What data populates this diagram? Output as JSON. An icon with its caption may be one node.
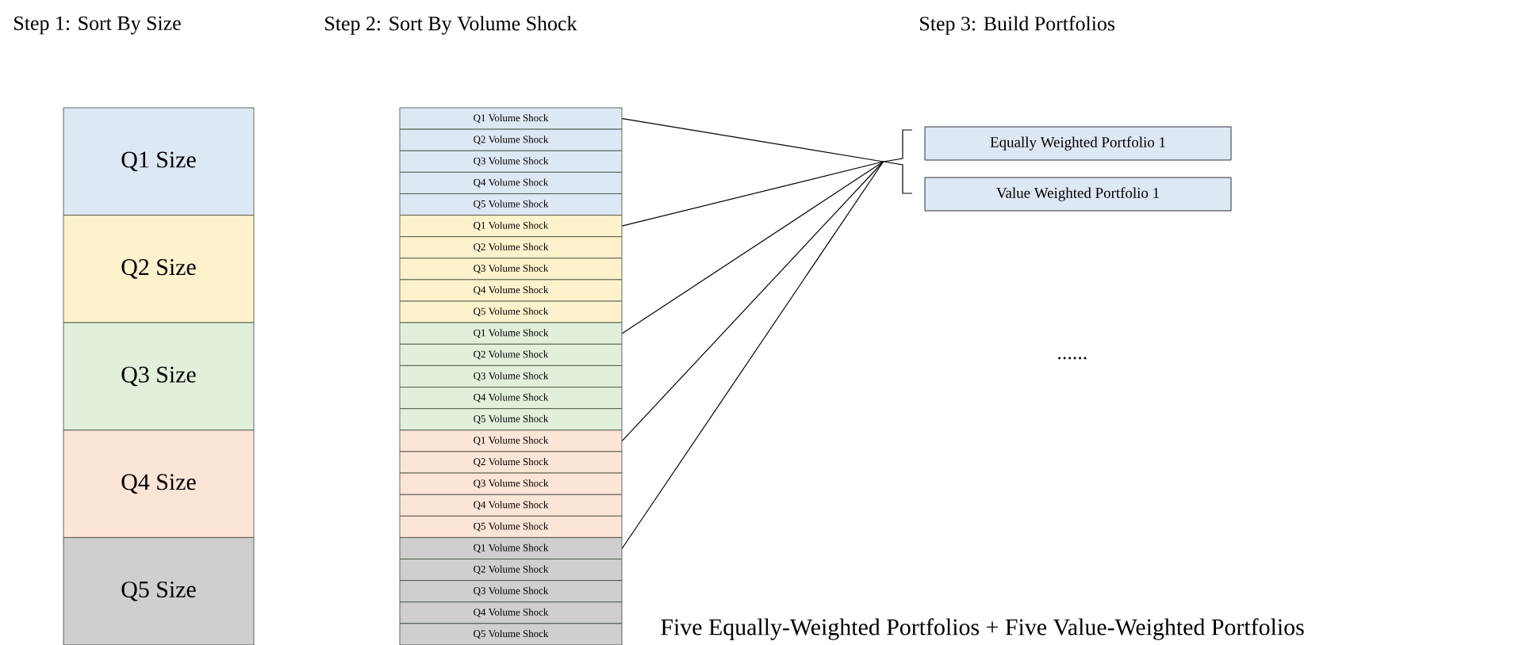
{
  "diagram": {
    "nodes": [
      {
        "text": [
          "Q1 Size"
        ]
      },
      {
        "text": [
          "Q2 Size"
        ]
      },
      {
        "text": [
          "Q3 Size"
        ]
      },
      {
        "text": [
          "Q4 Size"
        ]
      },
      {
        "text": [
          "Q5 Size"
        ]
      },
      {
        "text": [
          "Q1 Volume Shock"
        ]
      },
      {
        "text": [
          "Q2 Volume Shock"
        ]
      },
      {
        "text": [
          "Q3 Volume Shock"
        ]
      },
      {
        "text": [
          "Q4 Volume Shock"
        ]
      },
      {
        "text": [
          "Q5 Volume Shock"
        ]
      },
      {
        "text": [
          "Q1 Volume Shock"
        ]
      },
      {
        "text": [
          "Q2 Volume Shock"
        ]
      },
      {
        "text": [
          "Q3 Volume Shock"
        ]
      },
      {
        "text": [
          "Q4 Volume Shock"
        ]
      },
      {
        "text": [
          "Q5 Volume Shock"
        ]
      },
      {
        "text": [
          "Q1 Volume Shock"
        ]
      },
      {
        "text": [
          "Q2 Volume Shock"
        ]
      },
      {
        "text": [
          "Q3 Volume Shock"
        ]
      },
      {
        "text": [
          "Q4 Volume Shock"
        ]
      },
      {
        "text": [
          "Q5 Volume Shock"
        ]
      },
      {
        "text": [
          "Q1 Volume Shock"
        ]
      },
      {
        "text": [
          "Q2 Volume Shock"
        ]
      },
      {
        "text": [
          "Q3 Volume Shock"
        ]
      },
      {
        "text": [
          "Q4 Volume Shock"
        ]
      },
      {
        "text": [
          "Q5 Volume Shock"
        ]
      },
      {
        "text": [
          "Q1 Volume Shock"
        ]
      },
      {
        "text": [
          "Q2 Volume Shock"
        ]
      },
      {
        "text": [
          "Q3 Volume Shock"
        ]
      },
      {
        "text": [
          "Q4 Volume Shock"
        ]
      },
      {
        "text": [
          "Q5 Volume Shock"
        ]
      },
      {
        "text": [],
        "shape": "brace"
      },
      {
        "text": [
          "Equally Weighted Portfolio 1"
        ]
      },
      {
        "text": [
          "Value Weighted Portfolio 1"
        ]
      }
    ],
    "edges": [
      {
        "from": 5,
        "to": 30,
        "arrow": "none"
      },
      {
        "from": 10,
        "to": 30,
        "arrow": "none"
      },
      {
        "from": 15,
        "to": 30,
        "arrow": "none"
      },
      {
        "from": 20,
        "to": 30,
        "arrow": "none"
      },
      {
        "from": 25,
        "to": 30,
        "arrow": "none"
      }
    ],
    "labels": [
      "Step 1: Sort By Size",
      "Step 2: Sort By Volume Shock",
      "Step 3: Build Portfolios",
      "......",
      "Five Equally-Weighted Portfolios + Five Value-Weighted Portfolios"
    ]
  }
}
